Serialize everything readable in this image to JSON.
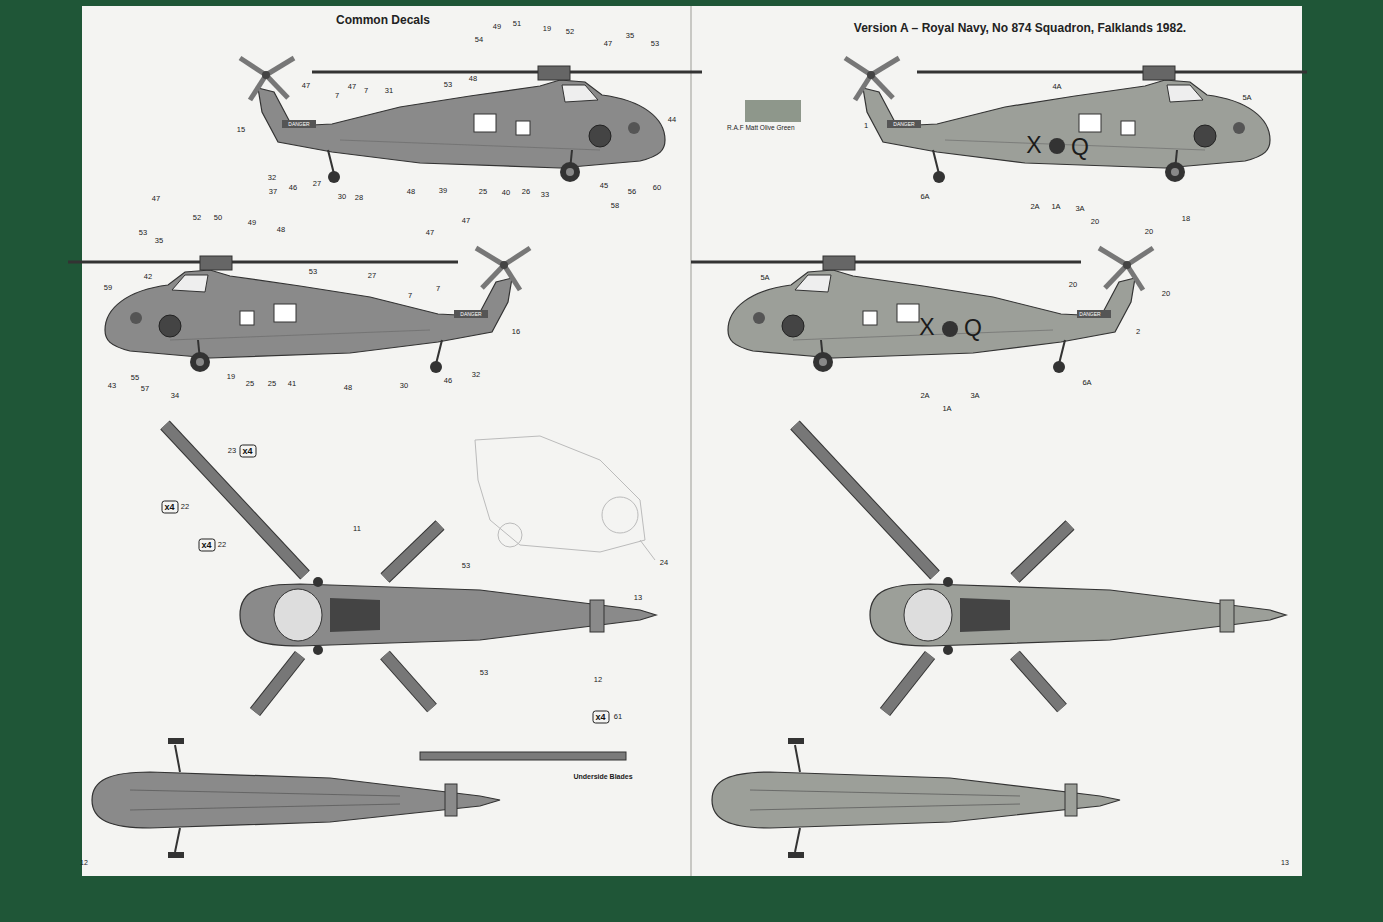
{
  "diagram": {
    "nodes": [
      {
        "text": [
          "x4"
        ]
      },
      {
        "text": [
          "x4"
        ]
      },
      {
        "text": [
          "x4"
        ]
      },
      {
        "text": [
          "x4"
        ]
      }
    ],
    "labels": [
      "Common Decals",
      "Version A – Royal Navy, No 874 Squadron, Falklands 1982.",
      "49",
      "51",
      "19",
      "52",
      "54",
      "47",
      "35",
      "53",
      "47",
      "47",
      "7",
      "7",
      "31",
      "53",
      "48",
      "15",
      "44",
      "32",
      "37",
      "46",
      "27",
      "30",
      "28",
      "48",
      "39",
      "25",
      "40",
      "26",
      "33",
      "45",
      "58",
      "56",
      "60",
      "47",
      "52",
      "50",
      "49",
      "48",
      "53",
      "35",
      "42",
      "53",
      "47",
      "47",
      "27",
      "7",
      "7",
      "16",
      "59",
      "43",
      "55",
      "57",
      "19",
      "25",
      "25",
      "41",
      "34",
      "48",
      "30",
      "46",
      "32",
      "23",
      "22",
      "22",
      "24",
      "11",
      "53",
      "13",
      "53",
      "12",
      "61",
      "Underside Blades",
      "12",
      "13",
      "4A",
      "5A",
      "1",
      "6A",
      "2A",
      "1A",
      "3A",
      "18",
      "20",
      "20",
      "20",
      "20",
      "5A",
      "2",
      "6A",
      "2A",
      "1A",
      "3A",
      "X",
      "Q",
      "X",
      "Q",
      "DANGER",
      "DANGER",
      "DANGER",
      "DANGER"
    ],
    "legend": [
      {
        "text": "R.A.F Matt Olive Green",
        "color": "#8e978b"
      }
    ]
  }
}
